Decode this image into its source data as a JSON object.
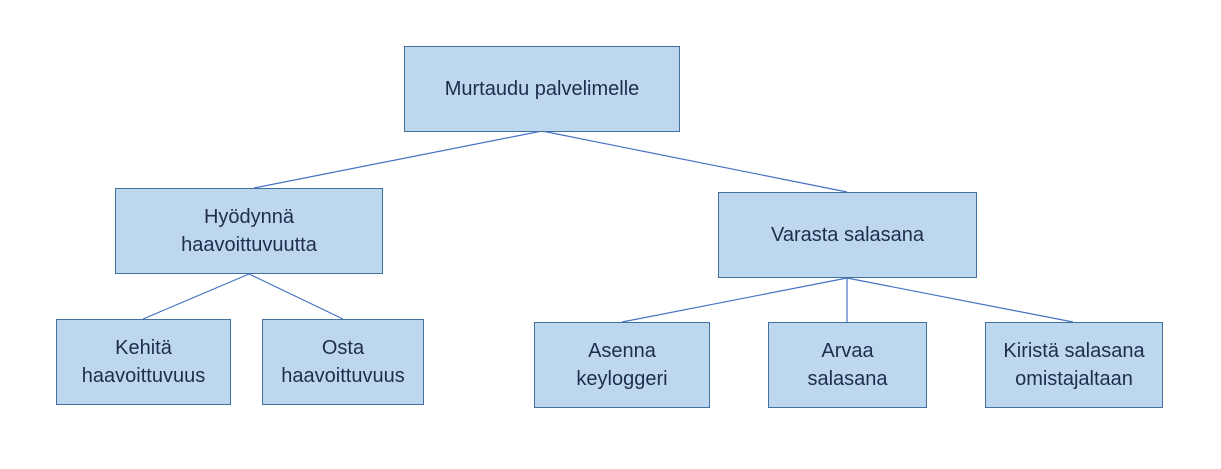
{
  "diagram": {
    "root": {
      "label": "Murtaudu palvelimelle"
    },
    "exploit": {
      "label": "Hyödynnä haavoittuvuutta"
    },
    "steal": {
      "label": "Varasta salasana"
    },
    "develop": {
      "label": "Kehitä haavoittuvuus"
    },
    "buy": {
      "label": "Osta haavoittuvuus"
    },
    "keylogger": {
      "label": "Asenna keyloggeri"
    },
    "guess": {
      "label": "Arvaa salasana"
    },
    "extort": {
      "label": "Kiristä salasana omistajaltaan"
    }
  },
  "colors": {
    "node_fill": "#bdd7ee",
    "node_border": "#41719c",
    "connector": "#4472c4",
    "text": "#1f2d4d"
  }
}
